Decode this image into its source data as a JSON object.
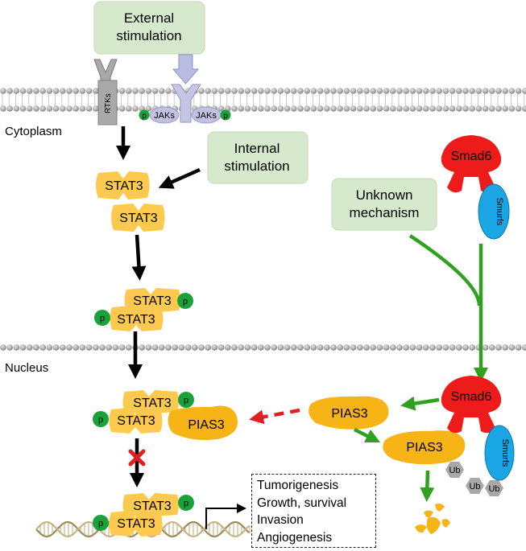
{
  "boxes": {
    "external": [
      "External",
      "stimulation"
    ],
    "internal": [
      "Internal",
      "stimulation"
    ],
    "unknown": [
      "Unknown",
      "mechanism"
    ]
  },
  "compartments": {
    "cytoplasm": "Cytoplasm",
    "nucleus": "Nucleus"
  },
  "receptors": {
    "rtks": "RTKs",
    "jaks_left": "JAKs",
    "jaks_right": "JAKs"
  },
  "proteins": {
    "stat3": "STAT3",
    "pias3": "PIAS3",
    "smad6": "Smad6",
    "smurfs": "Smurfs",
    "ub": "Ub",
    "p": "p"
  },
  "outcomes": [
    "Tumorigenesis",
    "Growth, survival",
    "Invasion",
    "Angiogenesis"
  ],
  "colors": {
    "box_fill": "#d6e9cc",
    "stat3": "#fdc94f",
    "pias3": "#f6b417",
    "smad6": "#ee1b1b",
    "smurfs": "#1aa6e4",
    "phospho": "#1aa23a",
    "green_arrow": "#30a020",
    "red_arrow": "#e02020",
    "ub": "#a8a8a8",
    "membrane": "#9c9c9c"
  }
}
